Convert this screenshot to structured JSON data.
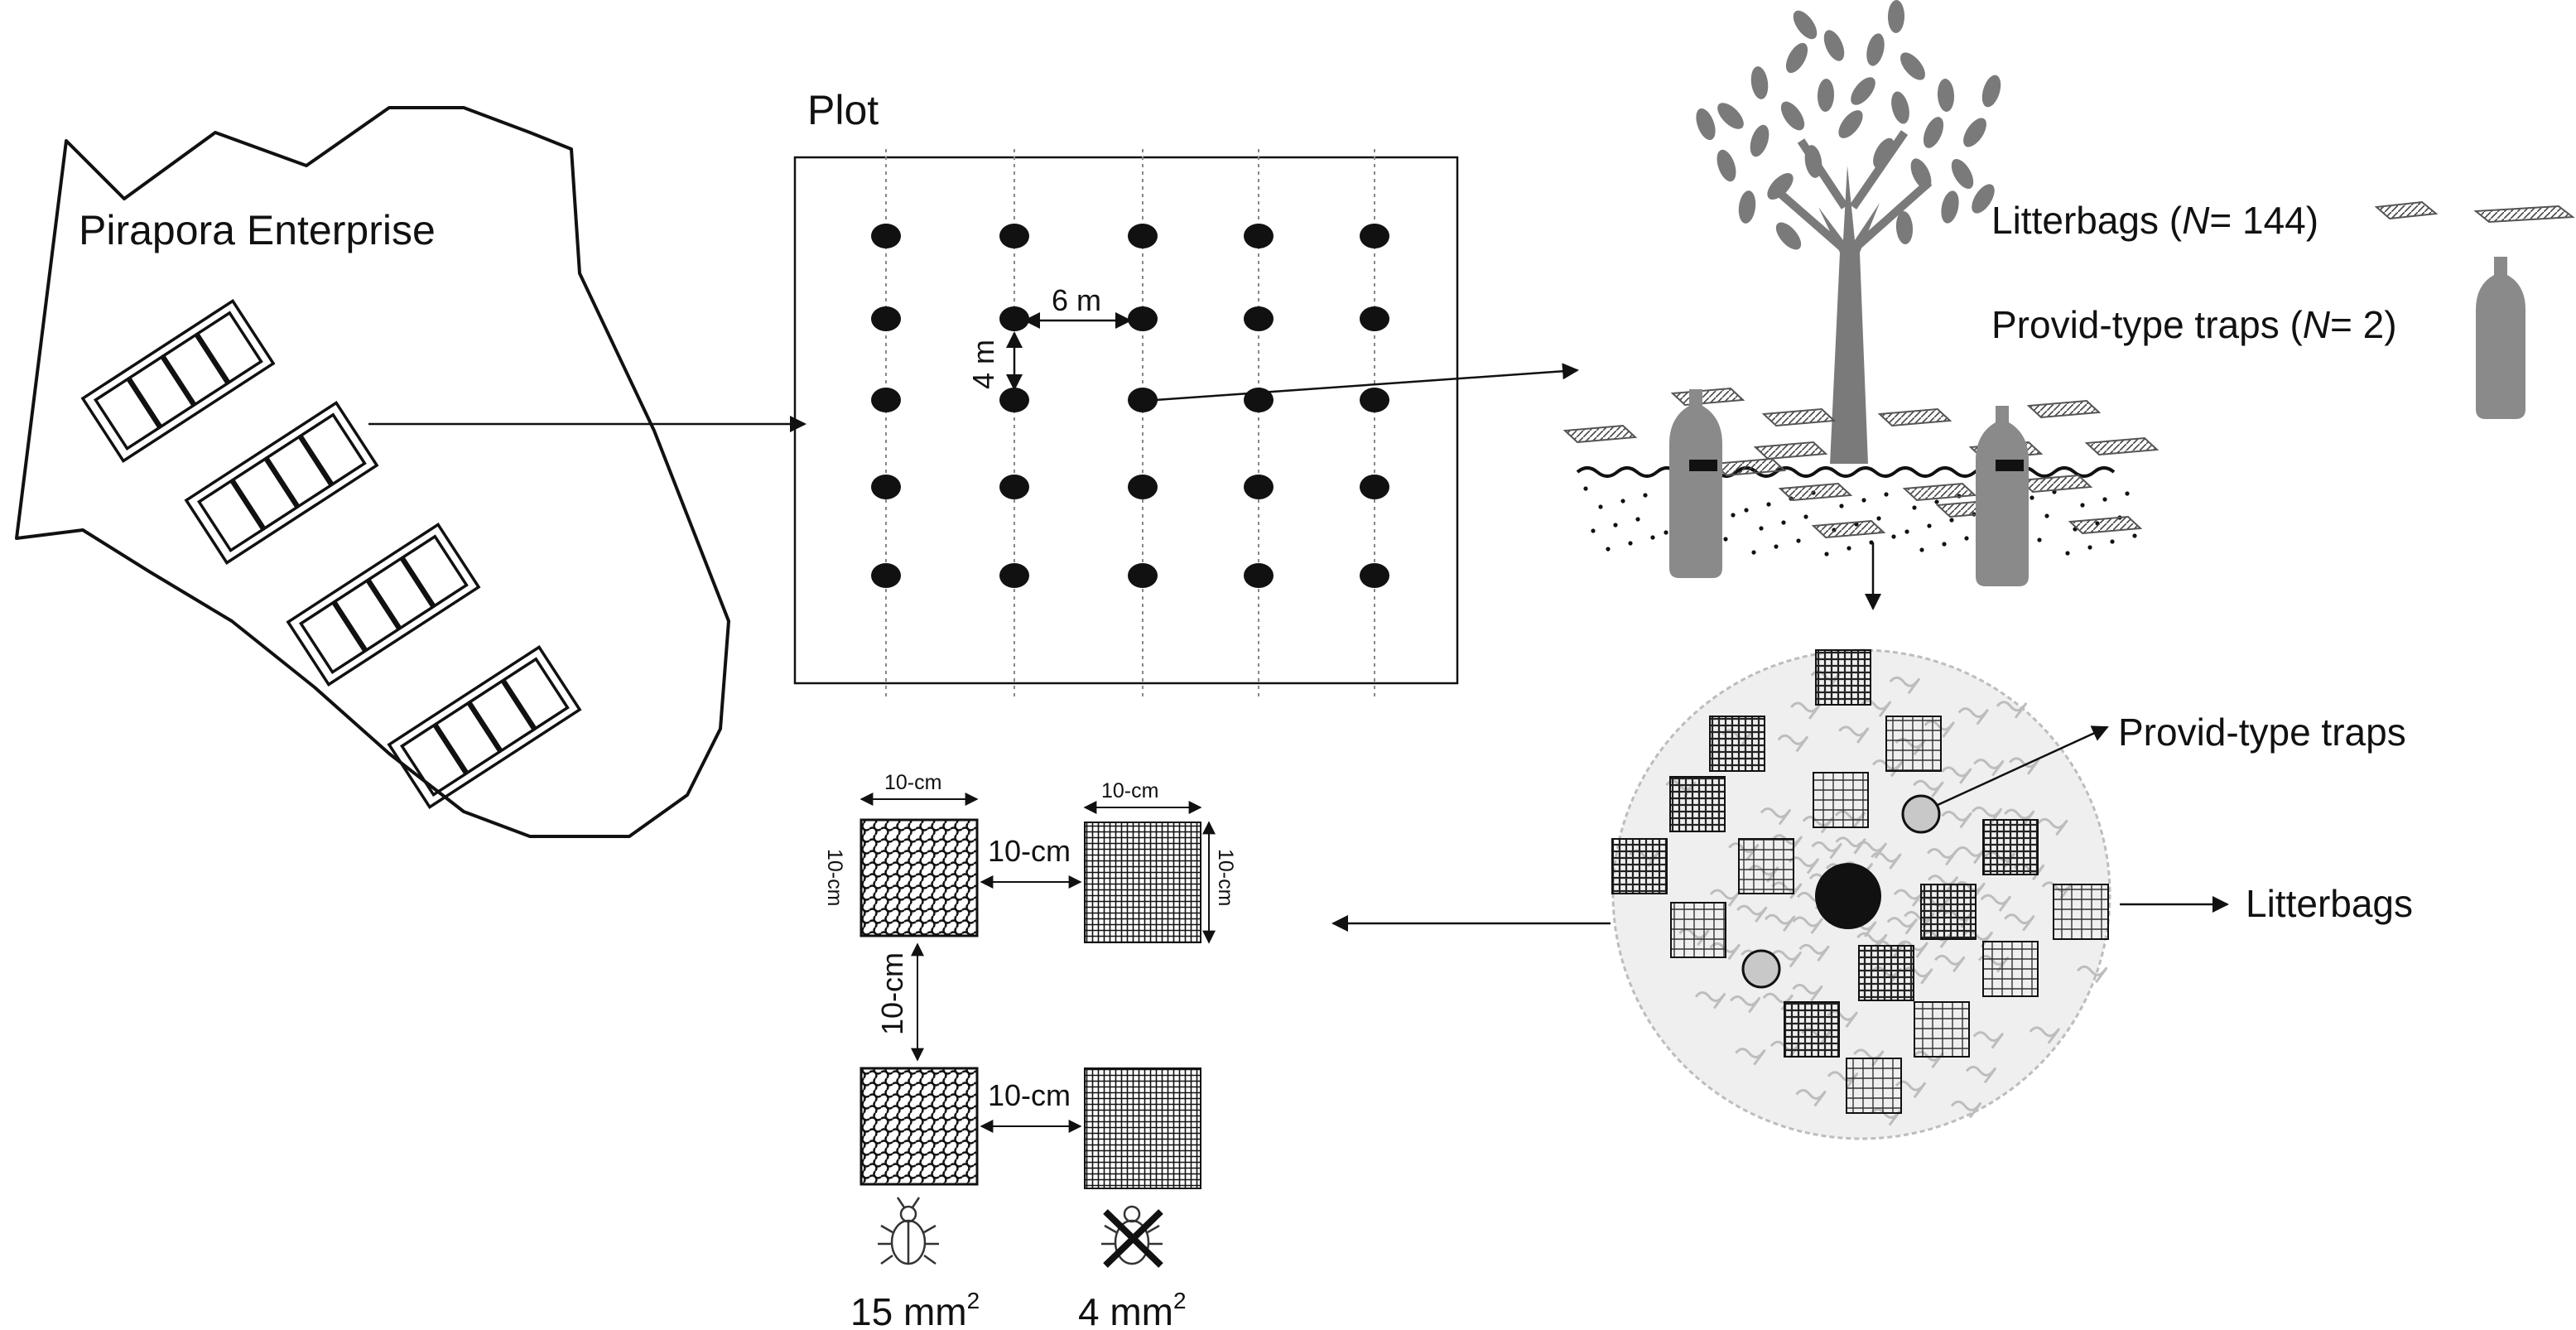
{
  "enterprise": {
    "label": "Pirapora Enterprise"
  },
  "plot": {
    "title": "Plot",
    "spacing_x_label": "6 m",
    "spacing_y_label": "4 m"
  },
  "tree_legend": {
    "litterbags_label": "Litterbags (",
    "litterbags_n_symbol": "N",
    "litterbags_n_value": "= 144)",
    "traps_label": "Provid-type traps (",
    "traps_n_symbol": "N",
    "traps_n_value": "= 2)"
  },
  "circle_labels": {
    "traps": "Provid-type traps",
    "litterbags": "Litterbags"
  },
  "mesh_detail": {
    "dim_label": "10-cm",
    "mesh_coarse_value": "15 mm",
    "mesh_fine_value": "4 mm",
    "unit_exponent": "2"
  },
  "icons": {
    "beetle": "beetle-icon",
    "beetle_excluded": "beetle-crossed-icon",
    "bottle": "pet-bottle-trap-icon",
    "litterbag": "litterbag-icon"
  },
  "colors": {
    "ink": "#111111",
    "tree_gray": "#7a7a7a",
    "trap_fill": "#c8c8c8",
    "litter_gray": "#bdbdbd"
  }
}
